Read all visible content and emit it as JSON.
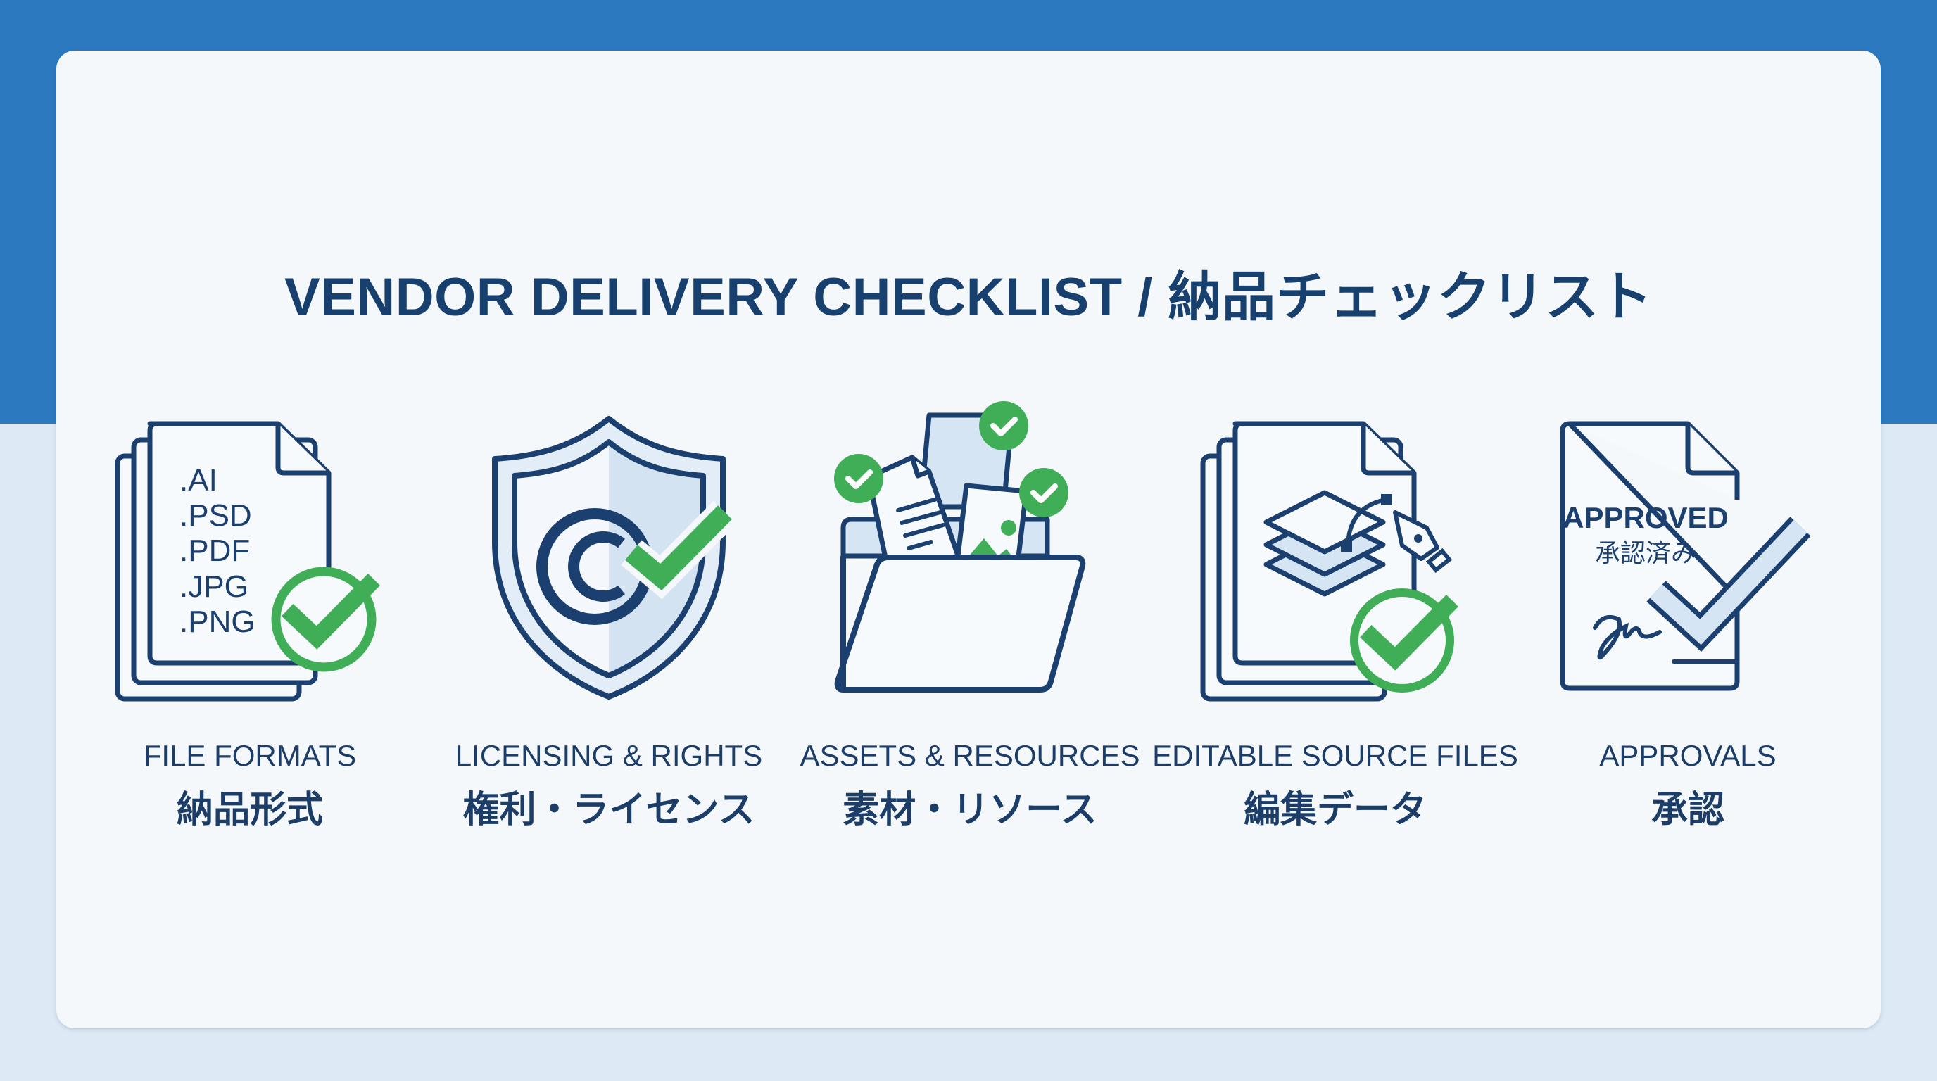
{
  "title": "VENDOR DELIVERY CHECKLIST / 納品チェックリスト",
  "colors": {
    "band_blue": "#2c79c0",
    "background_light": "#dde9f4",
    "panel": "#f4f8fb",
    "navy": "#1b3f6e",
    "green": "#3fae57",
    "pale_blue": "#d6e5f3"
  },
  "items": [
    {
      "icon": "file-formats-stack-icon",
      "label_en": "FILE FORMATS",
      "label_ja": "納品形式",
      "formats": [
        ".AI",
        ".PSD",
        ".PDF",
        ".JPG",
        ".PNG"
      ]
    },
    {
      "icon": "copyright-shield-icon",
      "label_en": "LICENSING & RIGHTS",
      "label_ja": "権利・ライセンス"
    },
    {
      "icon": "assets-folder-icon",
      "label_en": "ASSETS & RESOURCES",
      "label_ja": "素材・リソース"
    },
    {
      "icon": "editable-source-files-icon",
      "label_en": "EDITABLE SOURCE FILES",
      "label_ja": "編集データ"
    },
    {
      "icon": "approved-document-icon",
      "label_en": "APPROVALS",
      "label_ja": "承認",
      "stamp_en": "APPROVED",
      "stamp_ja": "承認済み"
    }
  ]
}
